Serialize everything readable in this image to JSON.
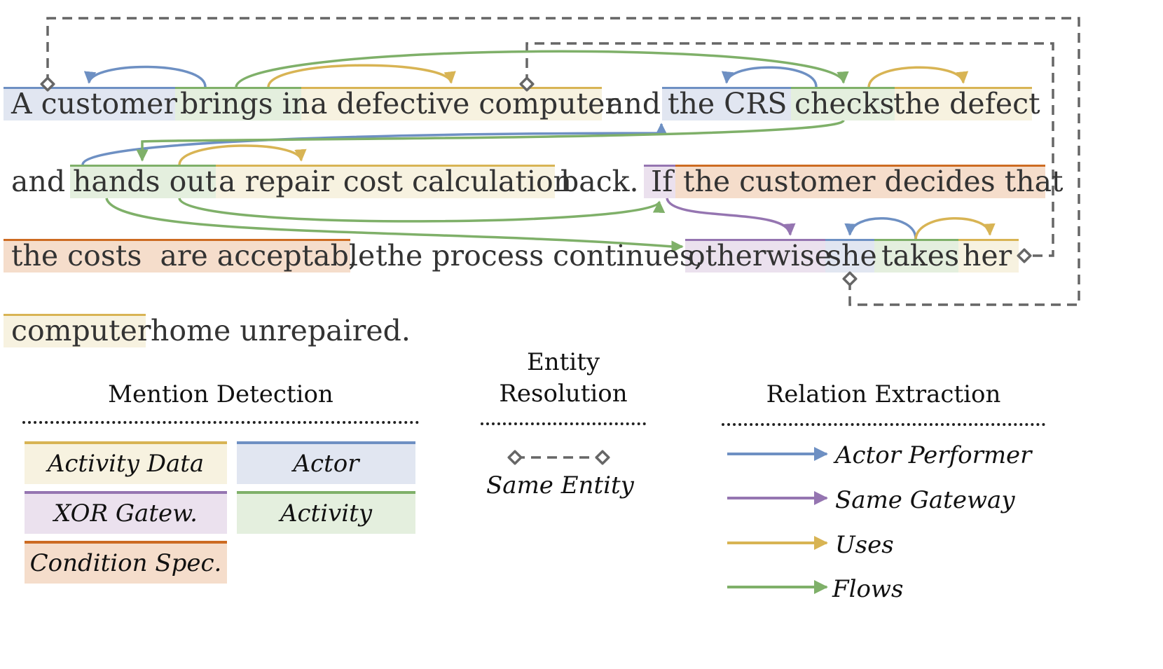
{
  "colors": {
    "activity_data": {
      "fill": "#f7f2e0",
      "line": "#d8b454"
    },
    "actor": {
      "fill": "#e1e6f1",
      "line": "#6e90c3"
    },
    "xor_gateway": {
      "fill": "#ebe1ee",
      "line": "#9575b1"
    },
    "activity": {
      "fill": "#e4efde",
      "line": "#7fb069"
    },
    "condition_spec": {
      "fill": "#f5ddcb",
      "line": "#cd6b22"
    },
    "same_entity": "#666666",
    "actor_performer": "#6e90c3",
    "same_gateway": "#9575b1",
    "uses": "#d8b454",
    "flows": "#7fb069"
  },
  "text": {
    "line1": {
      "span_a_customer": "A customer",
      "span_brings_in": "brings in",
      "span_a_defective_computer": "a defective computer",
      "word_and_1": "and",
      "span_the_crs": "the CRS",
      "span_checks": "checks",
      "span_the_defect": "the defect"
    },
    "line2": {
      "word_and_2": "and",
      "span_hands_out": "hands out",
      "span_repair_cost_calculation": "a repair cost calculation",
      "word_back": "back.",
      "span_if": "If",
      "span_the_customer_decides_that": "the customer decides that"
    },
    "line3": {
      "span_the_costs_are_acceptable": "the costs  are acceptable",
      "word_comma_process_continues": ",  the process continues,",
      "span_otherwise": "otherwise",
      "span_she": "she",
      "span_takes": "takes",
      "span_her": "her"
    },
    "line4": {
      "span_computer": "computer",
      "word_home_unrepaired": "home unrepaired."
    }
  },
  "legend": {
    "mention_detection": {
      "title": "Mention Detection",
      "activity_data": "Activity Data",
      "actor": "Actor",
      "xor_gateway": "XOR Gatew.",
      "activity": "Activity",
      "condition_spec": "Condition Spec."
    },
    "entity_resolution": {
      "title_line1": "Entity",
      "title_line2": "Resolution",
      "same_entity": "Same Entity"
    },
    "relation_extraction": {
      "title": "Relation Extraction",
      "actor_performer": "Actor Performer",
      "same_gateway": "Same Gateway",
      "uses": "Uses",
      "flows": "Flows"
    }
  }
}
